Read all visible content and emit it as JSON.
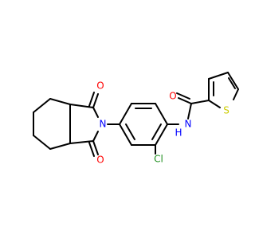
{
  "colors": {
    "background": "#ffffff",
    "bond": "#000000",
    "oxygen": "#ff0000",
    "nitrogen": "#0000ff",
    "chlorine": "#1f8f1f",
    "sulfur": "#cccc00"
  },
  "atoms": {
    "o_amide": "O",
    "o_imide_top": "O",
    "o_imide_bottom": "O",
    "n_imide": "N",
    "n_amide_h": "H",
    "n_amide": "N",
    "cl": "Cl",
    "s": "S"
  }
}
